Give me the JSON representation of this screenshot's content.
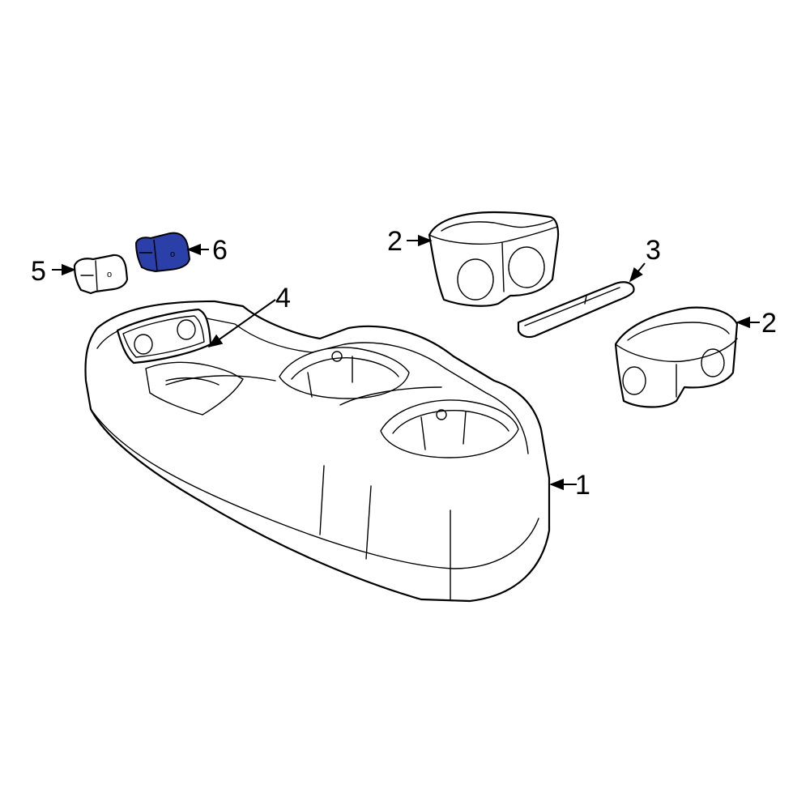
{
  "callouts": [
    {
      "id": "1",
      "label": "1"
    },
    {
      "id": "2a",
      "label": "2"
    },
    {
      "id": "2b",
      "label": "2"
    },
    {
      "id": "3",
      "label": "3"
    },
    {
      "id": "4",
      "label": "4"
    },
    {
      "id": "5",
      "label": "5"
    },
    {
      "id": "6",
      "label": "6"
    }
  ],
  "colors": {
    "line": "#000000",
    "background": "#ffffff",
    "highlight": "#2a3fa8"
  }
}
